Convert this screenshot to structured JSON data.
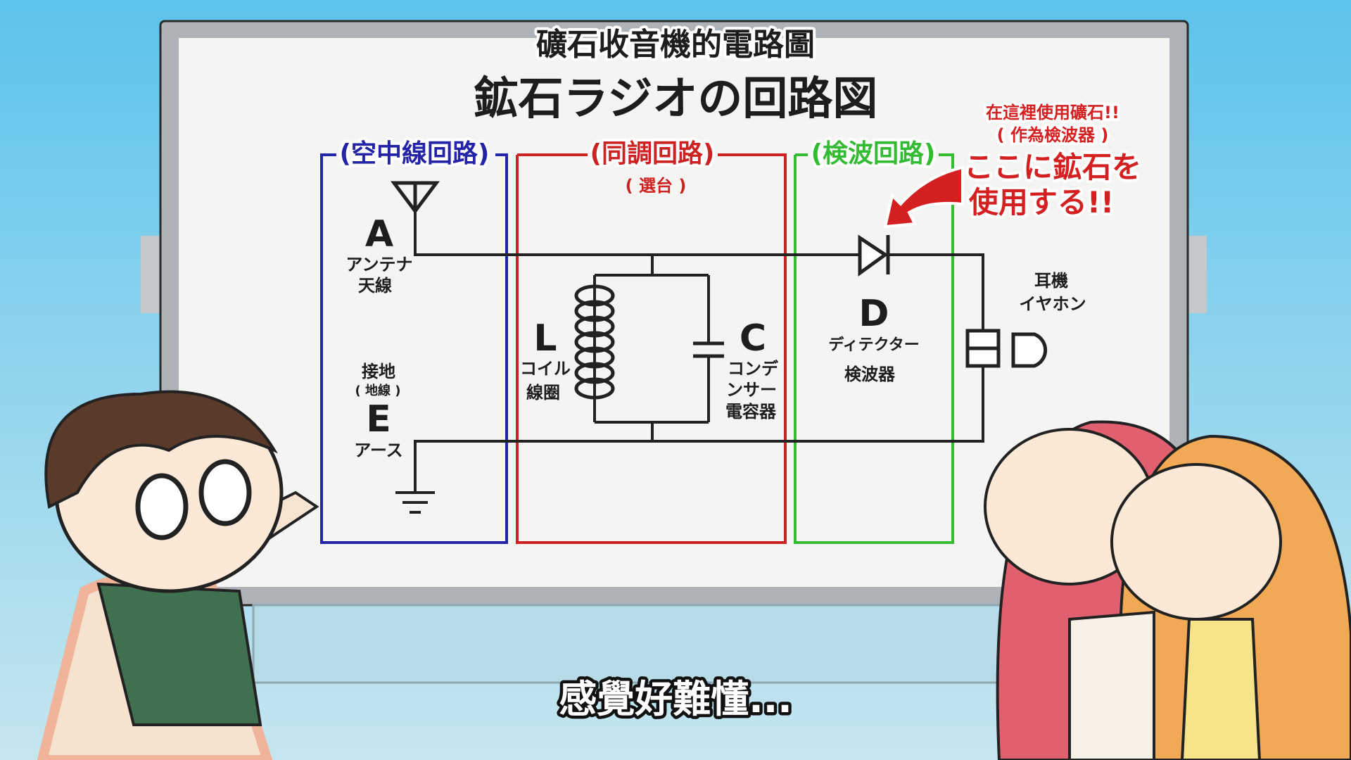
{
  "board": {
    "title_zh": "礦石收音機的電路圖",
    "title_ja": "鉱石ラジオの回路図"
  },
  "sections": {
    "antenna": {
      "label": "(空中線回路)",
      "color": "#2424a8"
    },
    "tuning": {
      "label": "(同調回路)",
      "sub": "( 選台 )",
      "color": "#cc2222"
    },
    "detection": {
      "label": "(検波回路)",
      "color": "#33bb33"
    }
  },
  "components": {
    "A": {
      "letter": "A",
      "ja": "アンテナ",
      "zh": "天線"
    },
    "E": {
      "top": "接地",
      "sub": "( 地線 )",
      "letter": "E",
      "ja": "アース"
    },
    "L": {
      "letter": "L",
      "ja": "コイル",
      "zh": "線圈"
    },
    "C": {
      "letter": "C",
      "ja1": "コンデ",
      "ja2": "ンサー",
      "zh": "電容器"
    },
    "D": {
      "letter": "D",
      "ja": "ディテクター",
      "zh": "検波器"
    },
    "earphone": {
      "zh": "耳機",
      "ja": "イヤホン"
    }
  },
  "annotation": {
    "zh1": "在這裡使用礦石!!",
    "zh2": "( 作為檢波器 )",
    "ja1": "ここに鉱石を",
    "ja2": "使用する!!",
    "color": "#d42020"
  },
  "subtitle": "感覺好難懂..."
}
